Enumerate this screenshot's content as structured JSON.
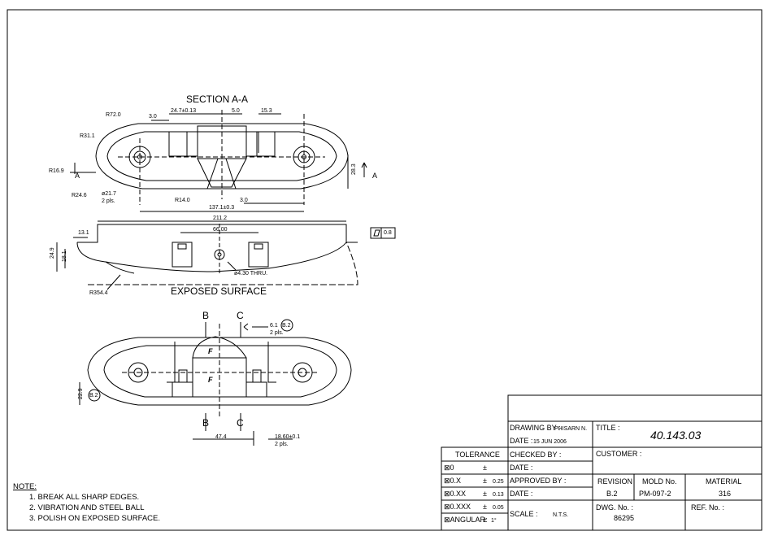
{
  "drawing": {
    "section_title": "SECTION A-A",
    "section_mark": "A",
    "view_label_b": "B",
    "view_label_c": "C",
    "exposed_surface": "EXPOSED SURFACE",
    "surface_symbol": "F",
    "dims": {
      "r72": "R72.0",
      "r31": "R31.1",
      "r169": "R16.9",
      "r246": "R24.6",
      "d217": "ø21.7",
      "two_pls": "2 pls.",
      "r140": "R14.0",
      "w30a": "3.0",
      "w247": "24.7±0.13",
      "w50": "5.0",
      "w153": "15.3",
      "w137": "137.1±0.3",
      "w30b": "3.0",
      "h283": "28.3",
      "w2112": "211.2",
      "w131": "13.1",
      "w6600": "66.00",
      "h249": "24.9",
      "h181": "18.1",
      "hole": "ø4.30 THRU.",
      "r3544": "R354.4",
      "flat_tol": "0.8",
      "d61": "6.1",
      "tag_b2": "B.2",
      "h229": "22.9",
      "w474": "47.4",
      "w1860": "18.60±0.1"
    }
  },
  "notes": {
    "heading": "NOTE:",
    "items": [
      "1. BREAK ALL SHARP EDGES.",
      "2. VIBRATION AND STEEL BALL",
      "3. POLISH ON EXPOSED SURFACE."
    ]
  },
  "title_block": {
    "drawing_by_label": "DRAWING BY :",
    "drawing_by_value": "PHISARN N.",
    "date_label": "DATE :",
    "date_value": "15 JUN 2006",
    "checked_by_label": "CHECKED BY :",
    "checked_date_label": "DATE :",
    "approved_by_label": "APPROVED BY :",
    "approved_date_label": "DATE :",
    "scale_label": "SCALE :",
    "scale_value": "N.T.S.",
    "title_label": "TITLE :",
    "title_value": "40.143.03",
    "customer_label": "CUSTOMER :",
    "revision_label": "REVISION",
    "revision_value": "B.2",
    "mold_label": "MOLD No.",
    "mold_value": "PM-097-2",
    "material_label": "MATERIAL",
    "material_value": "316",
    "dwg_label": "DWG. No. :",
    "dwg_value": "86295",
    "ref_label": "REF. No. :"
  },
  "tolerance": {
    "header": "TOLERANCE",
    "rows": [
      {
        "label": "⊠0",
        "pm": "±",
        "value": ""
      },
      {
        "label": "⊠0.X",
        "pm": "±",
        "value": "0.25"
      },
      {
        "label": "⊠0.XX",
        "pm": "±",
        "value": "0.13"
      },
      {
        "label": "⊠0.XXX",
        "pm": "±",
        "value": "0.05"
      },
      {
        "label": "⊠ANGULAR:",
        "pm": "±",
        "value": "1°"
      }
    ]
  }
}
